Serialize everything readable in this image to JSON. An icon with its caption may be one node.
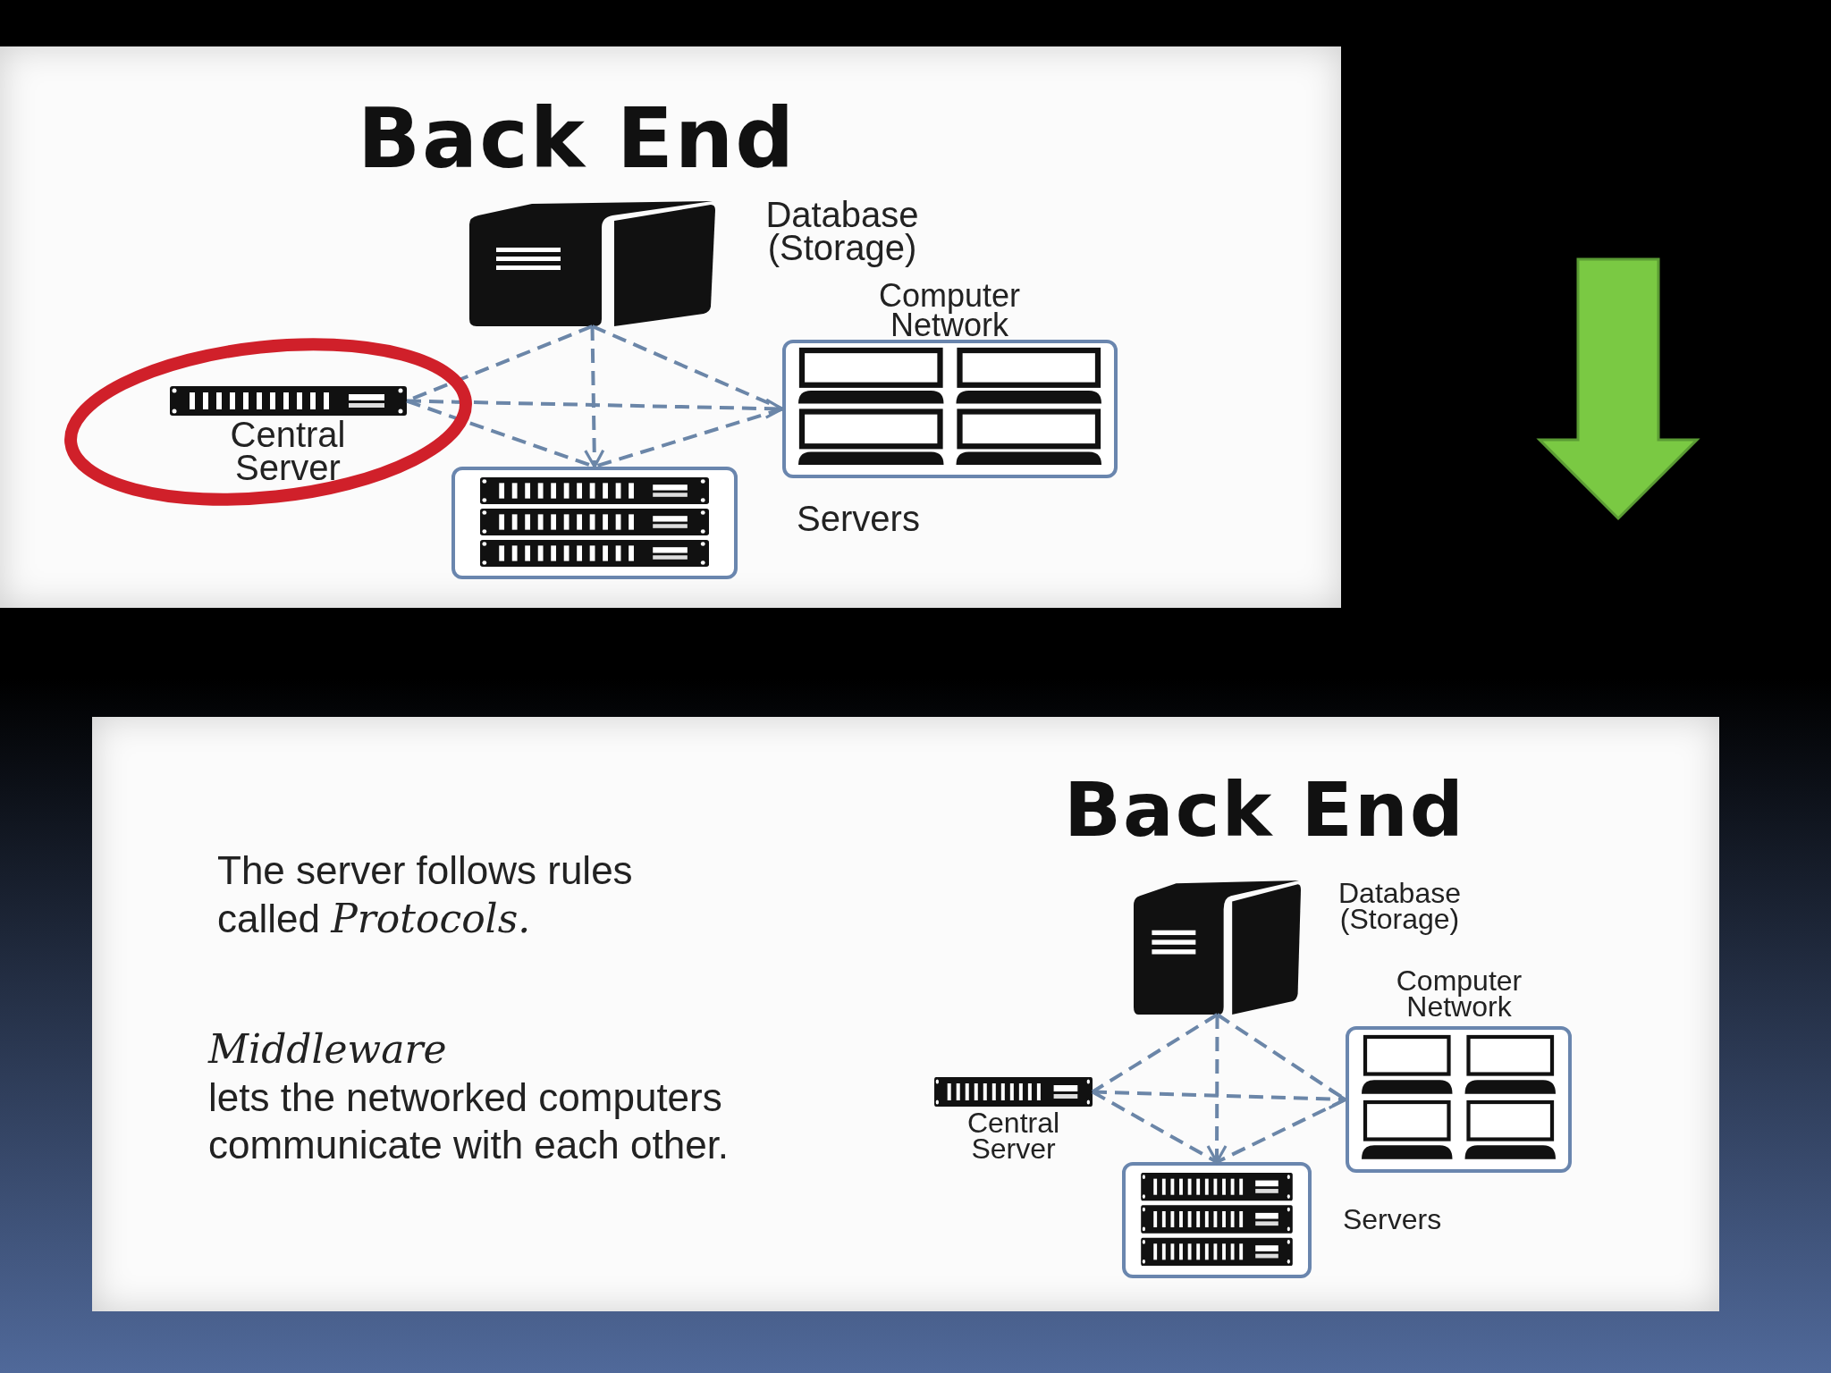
{
  "diagram": {
    "nodes": [
      {
        "text": [
          "Back End"
        ]
      },
      {
        "text": [
          "Database (Storage)"
        ],
        "in": 0
      },
      {
        "text": [
          "Computer Network"
        ],
        "in": 0
      },
      {
        "text": [
          "Central Server"
        ],
        "in": 0
      },
      {
        "text": [
          "Servers"
        ],
        "in": 0
      },
      {
        "text": [
          "Back End",
          "The server follows rules called *Protocols.*",
          "**Middleware** lets the networked computers communicate with each other."
        ]
      },
      {
        "text": [
          "Database (Storage)"
        ],
        "in": 5
      },
      {
        "text": [
          "Computer Network"
        ],
        "in": 5
      },
      {
        "text": [
          "Central Server"
        ],
        "in": 5
      },
      {
        "text": [
          "Servers"
        ],
        "in": 5
      }
    ],
    "edges": [
      {
        "from": 1,
        "to": 3,
        "arrow": "none",
        "style": "dashed"
      },
      {
        "from": 1,
        "to": 2,
        "arrow": "none",
        "style": "dashed"
      },
      {
        "from": 1,
        "to": 4,
        "arrow": "to",
        "style": "dashed"
      },
      {
        "from": 3,
        "to": 2,
        "arrow": "to",
        "style": "dashed"
      },
      {
        "from": 3,
        "to": 4,
        "arrow": "none",
        "style": "dashed"
      },
      {
        "from": 2,
        "to": 4,
        "arrow": "none",
        "style": "dashed"
      },
      {
        "from": 6,
        "to": 8,
        "arrow": "none",
        "style": "dashed"
      },
      {
        "from": 6,
        "to": 7,
        "arrow": "none",
        "style": "dashed"
      },
      {
        "from": 6,
        "to": 9,
        "arrow": "to",
        "style": "dashed"
      },
      {
        "from": 8,
        "to": 7,
        "arrow": "to",
        "style": "dashed"
      },
      {
        "from": 8,
        "to": 9,
        "arrow": "none",
        "style": "dashed"
      },
      {
        "from": 7,
        "to": 9,
        "arrow": "none",
        "style": "dashed"
      }
    ]
  }
}
